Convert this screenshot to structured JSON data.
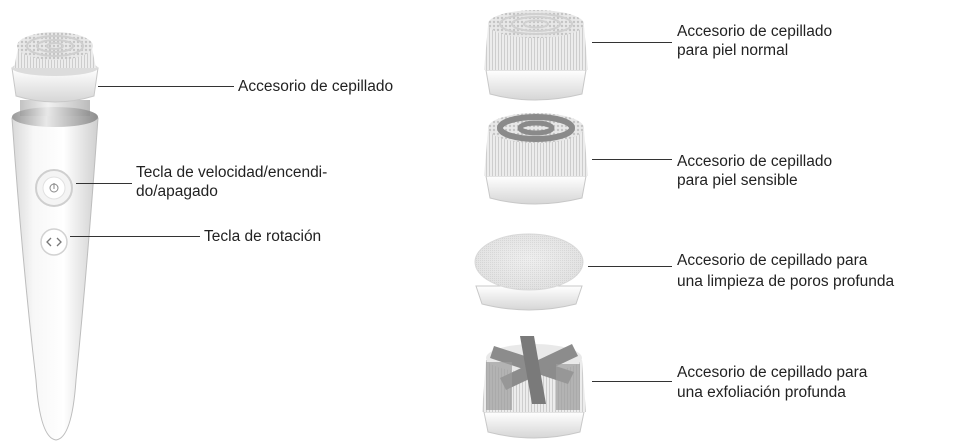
{
  "device": {
    "brush_label": "Accesorio de cepillado",
    "power_key_label_line1": "Tecla de velocidad/encendi-",
    "power_key_label_line2": "do/apagado",
    "rotation_key_label": "Tecla de rotación"
  },
  "attachments": [
    {
      "line1": "Accesorio de cepillado",
      "line2": "para piel normal"
    },
    {
      "line1": "Accesorio de cepillado",
      "line2": "para piel sensible"
    },
    {
      "line1": "Accesorio de cepillado para",
      "line2": "una limpieza de poros profunda"
    },
    {
      "line1": "Accesorio de cepillado para",
      "line2": "una exfoliación profunda"
    }
  ]
}
